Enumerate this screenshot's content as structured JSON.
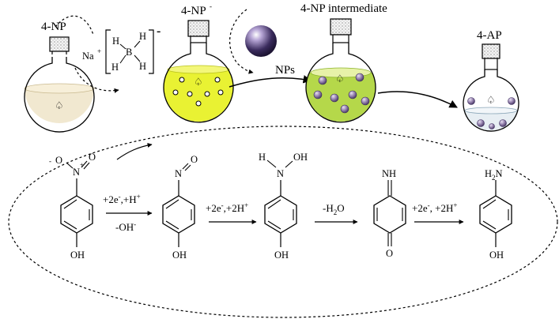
{
  "flasks": {
    "f1_label": "4-NP",
    "f2_label": "4-NP",
    "f2_sup": "-",
    "f3_label": "4-NP intermediate",
    "f4_label": "4-AP",
    "np_label": "NPs"
  },
  "reductant": {
    "cation": "Na",
    "cation_charge": "+",
    "boron": "B",
    "hydrogen": "H",
    "charge": "-"
  },
  "mechanism": {
    "s1_nitro_n": "N",
    "s1_nitro_o_top": "O",
    "s1_nitro_o_left": "O",
    "s1_n_charge": "+",
    "s1_o_charge": "-",
    "oh": "OH",
    "s2_n": "N",
    "s2_o": "O",
    "s3_h": "H",
    "s3_n": "N",
    "s3_oh": "OH",
    "s4_nh": "NH",
    "s4_o": "O",
    "s5_h2n": "H",
    "s5_h2n_sub": "2",
    "s5_n": "N",
    "step1_top": "+2e",
    "step1_top_sup1": "-",
    "step1_top_rest": ",+H",
    "step1_top_sup2": "+",
    "step1_bottom": "-OH",
    "step1_bottom_sup": "-",
    "step2_top": "+2e",
    "step2_top_sup1": "-",
    "step2_top_rest": ",+2H",
    "step2_top_sup2": "+",
    "step3_top": "-H",
    "step3_top_sub": "2",
    "step3_top_rest": "O",
    "step4_top": "+2e",
    "step4_top_sup1": "-",
    "step4_top_rest": ", +2H",
    "step4_top_sup2": "+"
  },
  "colors": {
    "flask1_liquid": "#f1e8d0",
    "flask2_liquid": "#e9f233",
    "flask3_liquid": "#b5d84a",
    "flask4_liquid": "#e7eef3",
    "particle": "#8e7aa8",
    "np_sphere": "#3b2c5e"
  }
}
